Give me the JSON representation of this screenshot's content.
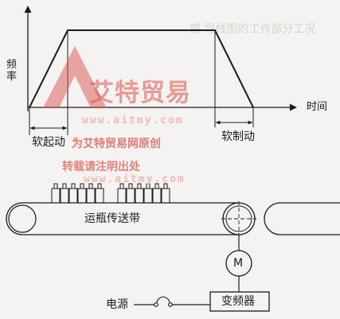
{
  "chart": {
    "y_label": "频率",
    "x_label": "时间",
    "soft_start_label": "软起动",
    "soft_stop_label": "软制动"
  },
  "conveyor": {
    "belt_label": "运瓶传送带",
    "motor_label": "M",
    "inverter_label": "变频器",
    "power_label": "电源"
  },
  "watermark": {
    "brand": "艾特贸易",
    "url_top": "www.aitmy.com",
    "line1": "为艾特贸易网原创",
    "line2": "转载请注明出处",
    "url_bottom": "www.aitmy.com",
    "faint_text": "感  导线图的工作部分工况",
    "colors": {
      "red": "#d9534f",
      "pink": "#f1b9b4"
    }
  },
  "colors": {
    "ink": "#1b1b1b",
    "paper": "#f4f3f1"
  }
}
